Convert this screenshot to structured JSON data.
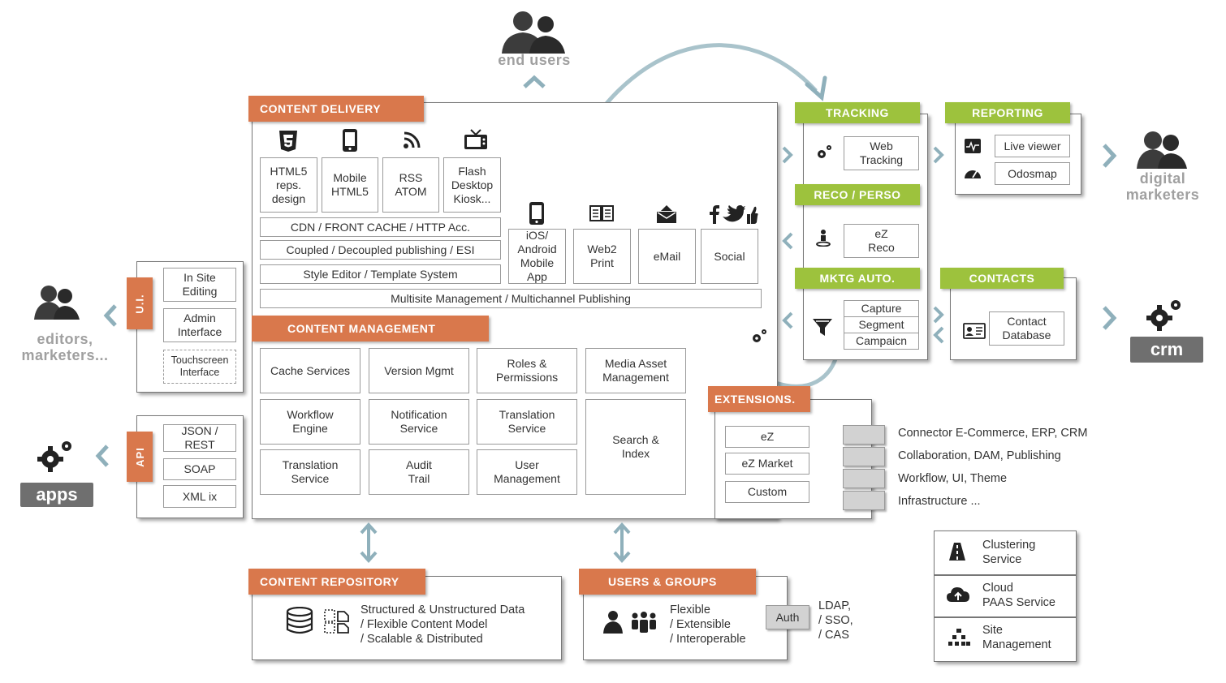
{
  "colors": {
    "orange": "#d9784c",
    "green": "#9dc23d",
    "arrow": "#8fb0bb"
  },
  "actors": {
    "end_users": "end users",
    "editors": "editors,\nmarketers...",
    "apps": "apps",
    "digital_marketers": "digital\nmarketers",
    "crm": "crm"
  },
  "content_delivery": {
    "title": "CONTENT DELIVERY",
    "formats": [
      "HTML5\nreps.\ndesign",
      "Mobile\nHTML5",
      "RSS\nATOM",
      "Flash\nDesktop\nKiosk..."
    ],
    "channels": [
      "iOS/\nAndroid\nMobile\nApp",
      "Web2\nPrint",
      "eMail",
      "Social"
    ],
    "layers": [
      "CDN / FRONT CACHE / HTTP Acc.",
      "Coupled / Decoupled publishing / ESI",
      "Style Editor / Template System"
    ],
    "multisite": "Multisite Management / Multichannel Publishing"
  },
  "content_management": {
    "title": "CONTENT MANAGEMENT",
    "services": [
      "Cache Services",
      "Version Mgmt",
      "Roles &\nPermissions",
      "Media Asset\nManagement",
      "Workflow\nEngine",
      "Notification\nService",
      "Translation\nService",
      "Search &\nIndex",
      "Translation\nService",
      "Audit\nTrail",
      "User\nManagement"
    ]
  },
  "ui": {
    "tab": "U.I.",
    "items": [
      "In Site\nEditing",
      "Admin\nInterface",
      "Touchscreen\nInterface"
    ]
  },
  "api": {
    "tab": "API",
    "items": [
      "JSON /\nREST",
      "SOAP",
      "XML ix"
    ]
  },
  "tracking": {
    "title": "TRACKING",
    "item": "Web\nTracking"
  },
  "reco": {
    "title": "RECO / PERSO",
    "item": "eZ\nReco"
  },
  "mktg": {
    "title": "MKTG AUTO.",
    "items": [
      "Capture",
      "Segment",
      "Campaicn"
    ]
  },
  "reporting": {
    "title": "REPORTING",
    "items": [
      "Live viewer",
      "Odosmap"
    ]
  },
  "contacts": {
    "title": "CONTACTS",
    "item": "Contact\nDatabase"
  },
  "extensions": {
    "title": "EXTENSIONS.",
    "items": [
      "eZ",
      "eZ Market",
      "Custom"
    ],
    "connectors": [
      "Connector E-Commerce, ERP, CRM",
      "Collaboration, DAM, Publishing",
      "Workflow, UI, Theme",
      "Infrastructure ..."
    ]
  },
  "content_repository": {
    "title": "CONTENT REPOSITORY",
    "text": "Structured & Unstructured Data\n/ Flexible Content Model\n/ Scalable & Distributed"
  },
  "users_groups": {
    "title": "USERS & GROUPS",
    "text": "Flexible\n/ Extensible\n/ Interoperable",
    "auth": "Auth",
    "protocols": "LDAP,\n/ SSO,\n/ CAS"
  },
  "infrastructure": [
    "Clustering\nService",
    "Cloud\nPAAS Service",
    "Site\nManagement"
  ]
}
